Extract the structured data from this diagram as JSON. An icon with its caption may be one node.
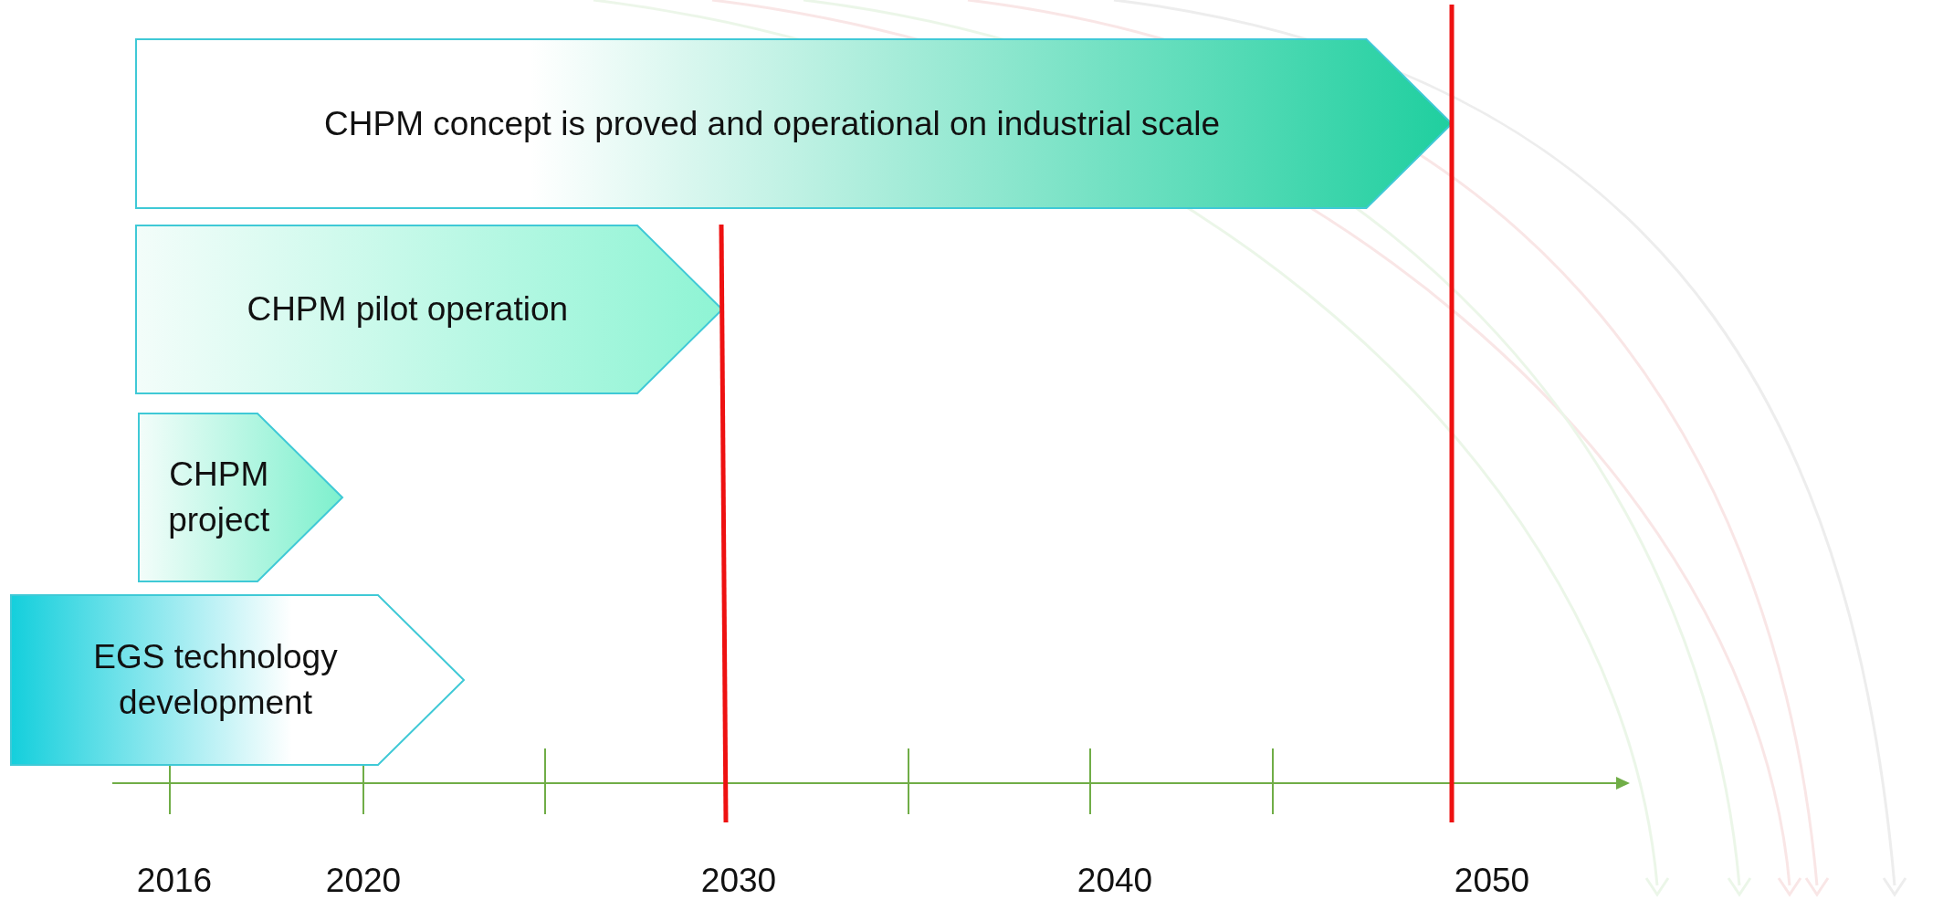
{
  "diagram": {
    "nodes": [
      {
        "text": [
          "CHPM concept is proved and operational on industrial scale"
        ]
      },
      {
        "text": [
          "CHPM pilot operation"
        ]
      },
      {
        "text": [
          "CHPM project"
        ]
      },
      {
        "text": [
          "EGS technology development"
        ]
      }
    ],
    "labels": [
      "2016",
      "2020",
      "2030",
      "2040",
      "2050"
    ]
  }
}
